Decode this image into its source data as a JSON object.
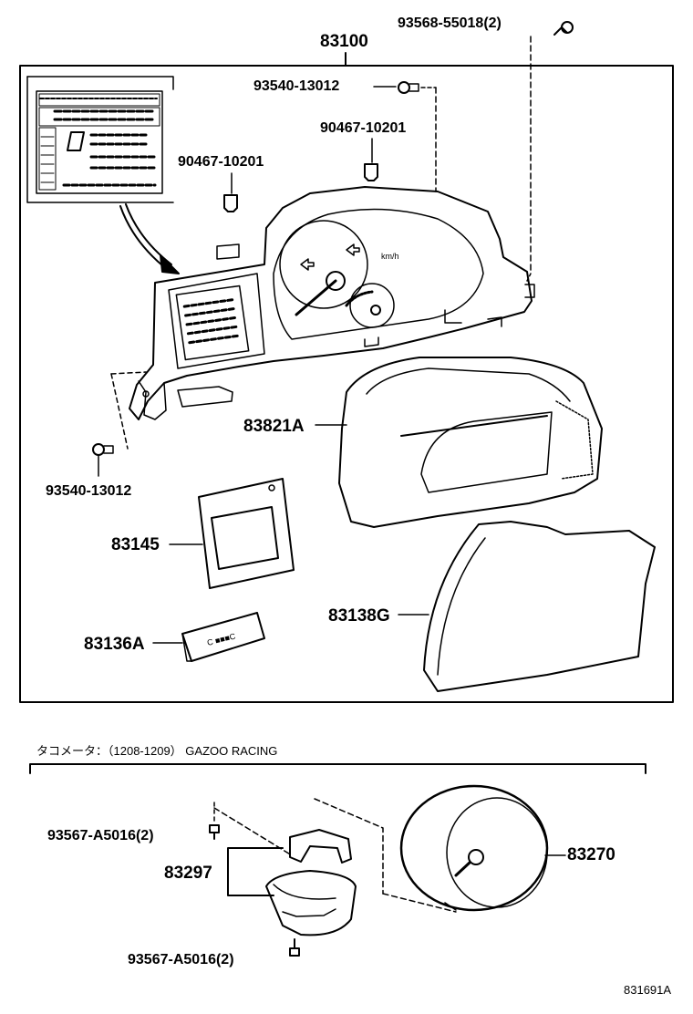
{
  "parts": {
    "p83100": "83100",
    "screw_top": "93568-55018(2)",
    "screw_93540_top": "93540-13012",
    "clip_right": "90467-10201",
    "clip_left": "90467-10201",
    "screw_93540_left": "93540-13012",
    "p83821A": "83821A",
    "p83145": "83145",
    "p83138G": "83138G",
    "p83136A": "83136A",
    "screw_a5016_top": "93567-A5016(2)",
    "p83297": "83297",
    "p83270": "83270",
    "screw_a5016_bottom": "93567-A5016(2)"
  },
  "section_note": "タコメータ：（1208-1209） GAZOO RACING",
  "diagram_code": "831691A",
  "display_text": {
    "unit_kmh": "km/h",
    "switch_label": "C ■■■C"
  }
}
